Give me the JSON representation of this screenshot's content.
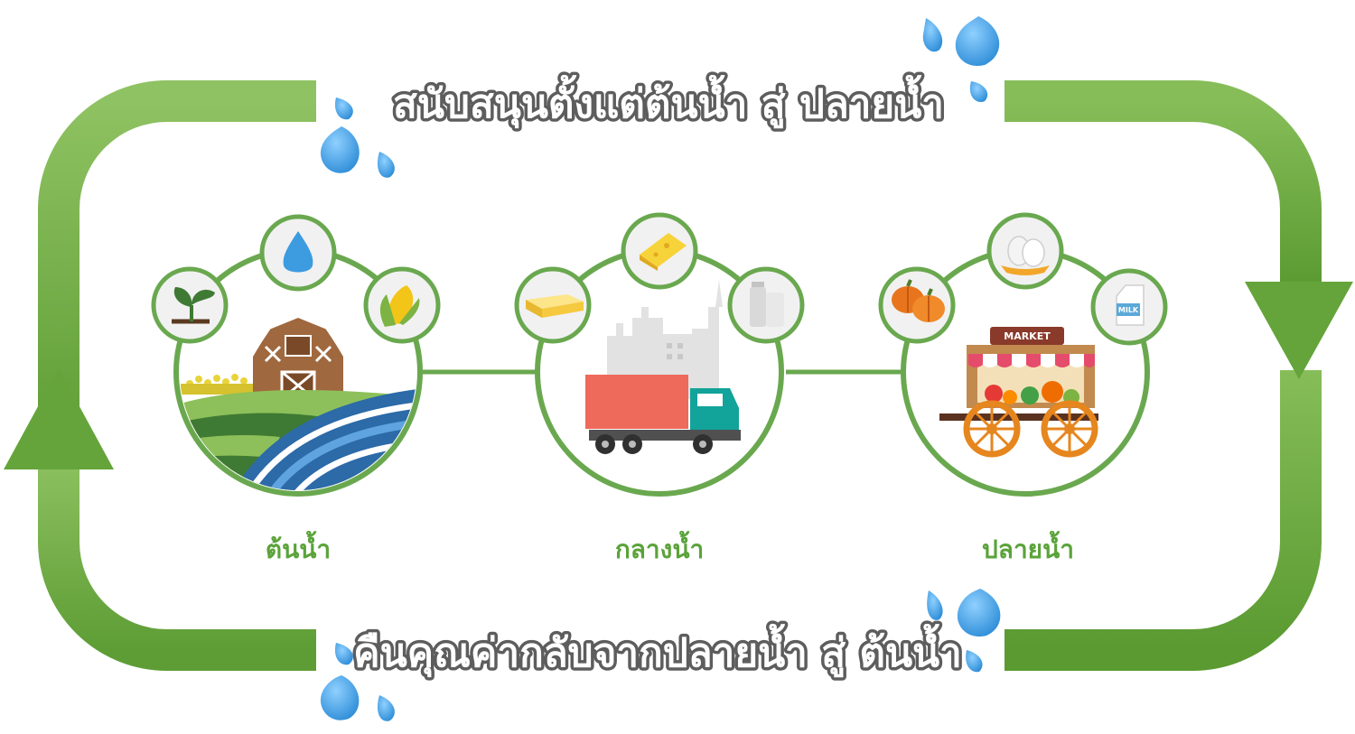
{
  "banners": {
    "top": "สนับสนุนตั้งแต่ต้นน้ำ สู่ ปลายน้ำ",
    "bottom": "คืนคุณค่ากลับจากปลายน้ำ สู่ ต้นน้ำ"
  },
  "stages": [
    {
      "label": "ต้นน้ำ",
      "satellites": [
        "seedling-icon",
        "water-drop-icon",
        "corn-icon"
      ]
    },
    {
      "label": "กลางน้ำ",
      "satellites": [
        "butter-icon",
        "cheese-icon",
        "bottles-icon"
      ]
    },
    {
      "label": "ปลายน้ำ",
      "satellites": [
        "pumpkin-icon",
        "eggs-icon",
        "milk-carton-icon"
      ]
    }
  ],
  "market_sign": "MARKET",
  "milk_label": "MILK",
  "colors": {
    "cycle_green": "#6fb044",
    "circle_green": "#6aa84f",
    "label_green": "#5aa33a",
    "water_blue": "#3d9be0",
    "banner_text_outline": "#5d5d5d"
  }
}
